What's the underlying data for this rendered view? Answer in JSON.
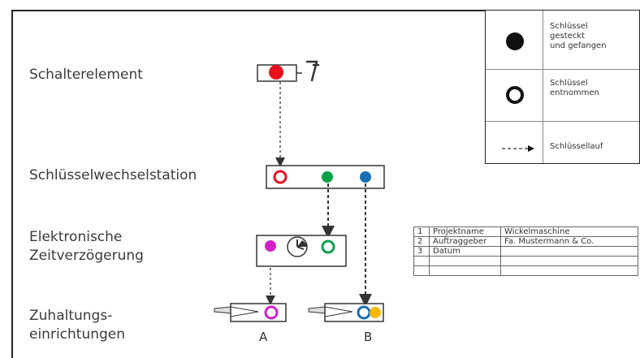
{
  "labels": {
    "schalterelement": "Schalterelement",
    "schluesselwechselstation": "Schlüsselwechselstation",
    "zeitverzoegerung_line1": "Elektronische",
    "zeitverzoegerung_line2": "Zeitverzögerung",
    "zuhaltung_line1": "Zuhaltungs-",
    "zuhaltung_line2": "einrichtungen",
    "device_a": "A",
    "device_b": "B"
  },
  "legend": {
    "items": [
      {
        "icon": "filled-circle-icon",
        "lines": [
          "Schlüssel",
          "gesteckt",
          "und gefangen"
        ]
      },
      {
        "icon": "open-circle-icon",
        "lines": [
          "Schlüssel",
          "entnommen"
        ]
      },
      {
        "icon": "dashed-arrow-icon",
        "lines": [
          "Schlüssellauf"
        ]
      }
    ]
  },
  "project_table": {
    "rows": [
      {
        "num": "1",
        "key": "Projektname",
        "value": "Wickelmaschine"
      },
      {
        "num": "2",
        "key": "Auftraggeber",
        "value": "Fa. Mustermann & Co."
      },
      {
        "num": "3",
        "key": "Datum",
        "value": ""
      },
      {
        "num": "",
        "key": "",
        "value": ""
      },
      {
        "num": "",
        "key": "",
        "value": ""
      }
    ]
  },
  "colors": {
    "red": "#e8101e",
    "green": "#0aa04a",
    "blue": "#1a6fb3",
    "magenta": "#d41fc8",
    "yellow": "#f5b800",
    "line": "#333333"
  }
}
